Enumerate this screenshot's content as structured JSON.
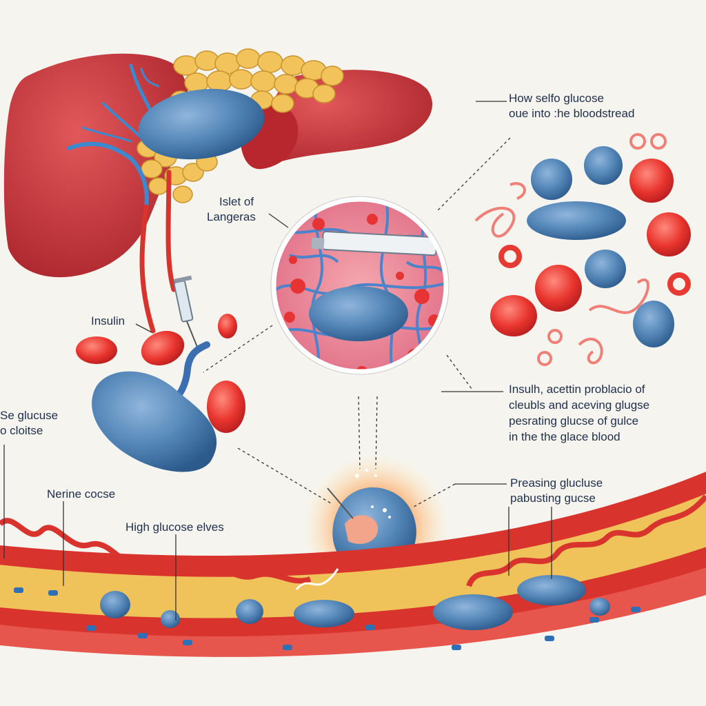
{
  "labels": {
    "top_right": {
      "line1": "How selfo glucose",
      "line2": "oue into :he bloodstread"
    },
    "islet": {
      "line1": "Islet of",
      "line2": "Langeras"
    },
    "insulin": "Insulin",
    "left_edge": {
      "line1": "Se glucuse",
      "line2": "o cloitse"
    },
    "middle_right": {
      "line1": "Insulh, acettin problacio of",
      "line2": "cleubls and aceving glugse",
      "line3": "pesrating glucse of gulce",
      "line4": "in the the glace blood"
    },
    "nerve": "Nerine cocse",
    "high_glucose": "High glucose elves",
    "bottom_right": {
      "line1": "Preasing glucluse",
      "line2": "pabusting gucse"
    }
  },
  "colors": {
    "background": "#f6f4ee",
    "liver": "#c9343a",
    "fat": "#f0c25a",
    "blue_cell": "#4d7fb0",
    "red_cell": "#e43a33",
    "vessel": "#d8332d",
    "label_text": "#1f2f4a"
  }
}
